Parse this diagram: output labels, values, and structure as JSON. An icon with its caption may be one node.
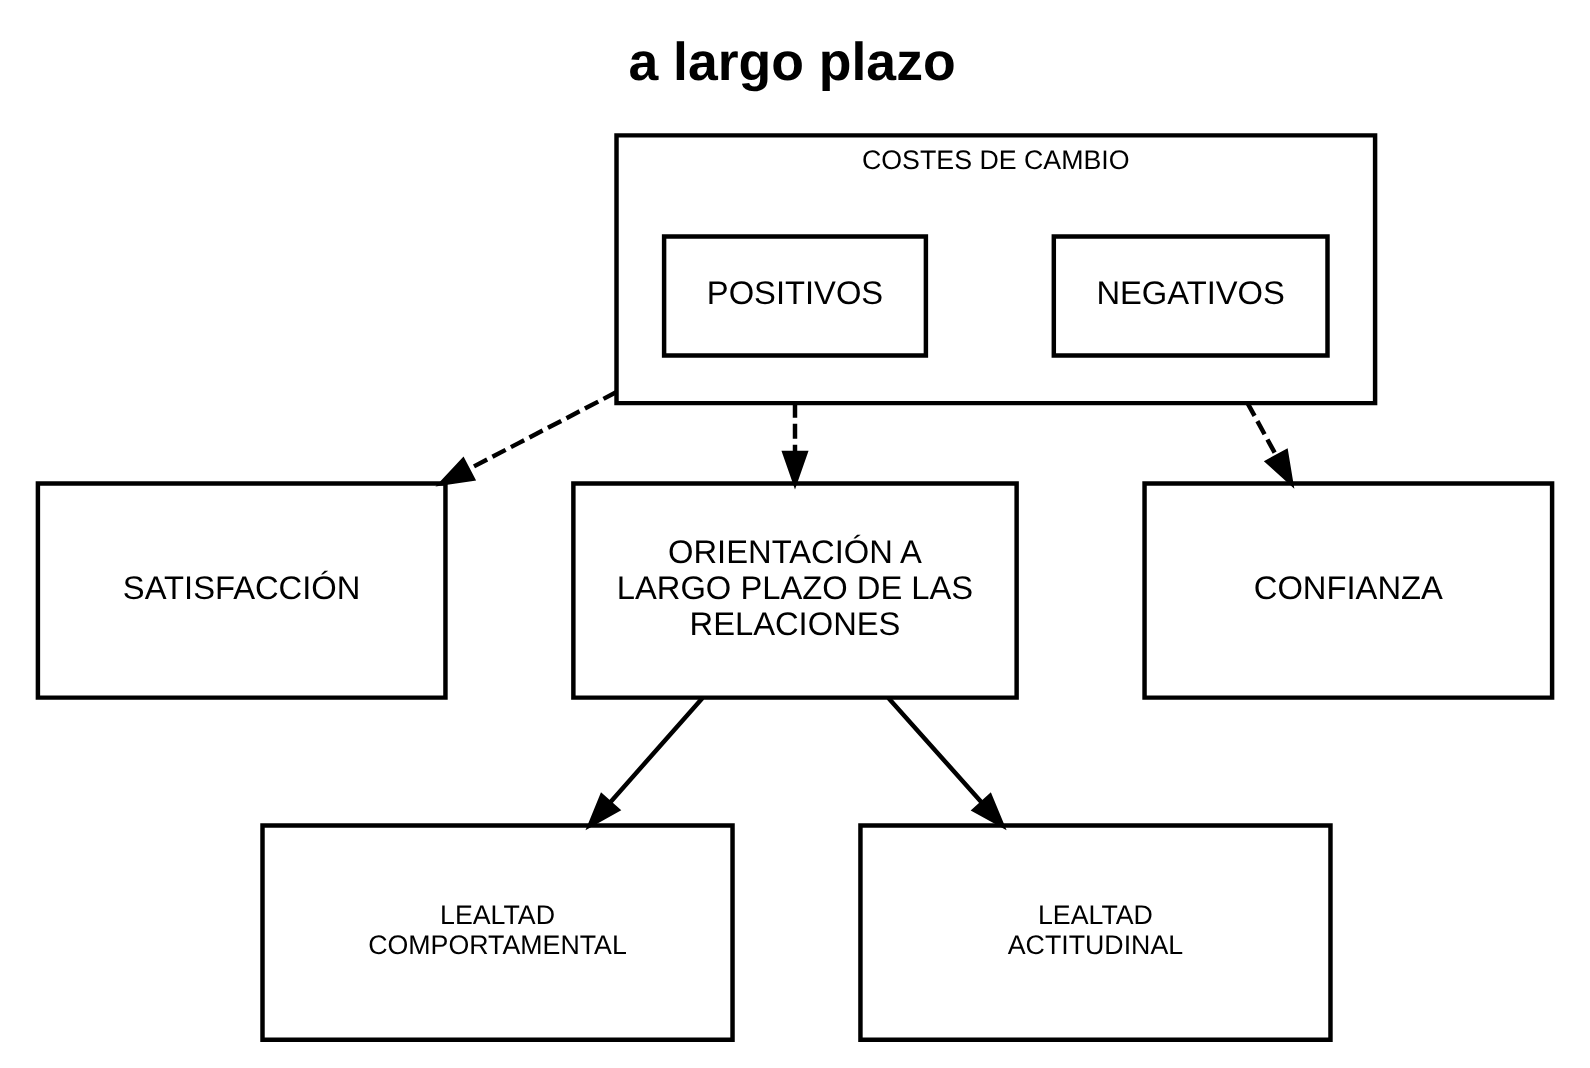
{
  "diagram": {
    "title": "a largo plazo",
    "nodes": [
      {
        "text": [
          "COSTES DE CAMBIO"
        ]
      },
      {
        "text": [
          "POSITIVOS"
        ],
        "in": 0
      },
      {
        "text": [
          "NEGATIVOS"
        ],
        "in": 0
      },
      {
        "text": [
          "SATISFACCIÓN"
        ]
      },
      {
        "text": [
          "ORIENTACIÓN A LARGO PLAZO DE LAS RELACIONES"
        ]
      },
      {
        "text": [
          "CONFIANZA"
        ]
      },
      {
        "text": [
          "LEALTAD COMPORTAMENTAL"
        ]
      },
      {
        "text": [
          "LEALTAD ACTITUDINAL"
        ]
      }
    ],
    "edges": [
      {
        "from": 0,
        "to": 3,
        "arrow": "to",
        "style": "dashed"
      },
      {
        "from": 0,
        "to": 4,
        "arrow": "to",
        "style": "dashed"
      },
      {
        "from": 0,
        "to": 5,
        "arrow": "to",
        "style": "dashed"
      },
      {
        "from": 4,
        "to": 6,
        "arrow": "to"
      },
      {
        "from": 4,
        "to": 7,
        "arrow": "to"
      }
    ]
  }
}
